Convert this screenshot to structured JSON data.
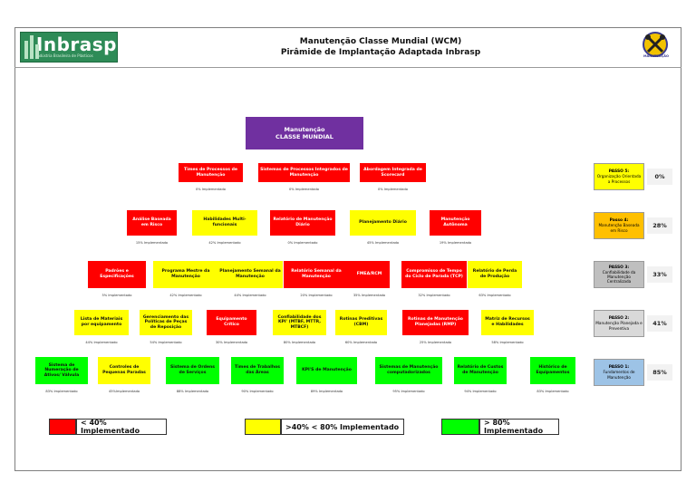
{
  "header": {
    "logo_name": "Inbrasp",
    "logo_tagline": "Indústria Brasileira de Plásticos",
    "title_line1": "Manutenção Classe Mundial (WCM)",
    "title_line2": "Pirâmide de Implantação Adaptada Inbrasp",
    "badge_text": "MANUTENÇÃO"
  },
  "colors": {
    "red": "#ff0000",
    "yellow": "#ffff00",
    "green": "#00ff00",
    "purple": "#7030a0"
  },
  "apex": {
    "line1": "Manutenção",
    "line2": "CLASSE MUNDIAL"
  },
  "levels": [
    {
      "items": [
        {
          "label": "Times de Processos de Manutenção",
          "pct": "0% Implementado",
          "color": "red"
        },
        {
          "label": "Sistemas de Processos Integrados de Manutenção",
          "pct": "0% Implementado",
          "color": "red"
        },
        {
          "label": "Abordagem Integrada de Scorecard",
          "pct": "0% Implementado",
          "color": "red"
        }
      ]
    },
    {
      "items": [
        {
          "label": "Análise Baseada em Risco",
          "pct": "15% Implementado",
          "color": "red"
        },
        {
          "label": "Habilidades Multi-funcionais",
          "pct": "42% Implementado",
          "color": "yellow"
        },
        {
          "label": "Relatório de Manutenção Diário",
          "pct": "0% Implementado",
          "color": "red"
        },
        {
          "label": "Planejamento Diário",
          "pct": "45% Implementado",
          "color": "yellow"
        },
        {
          "label": "Manutenção Autônoma",
          "pct": "19% Implementado",
          "color": "red"
        }
      ]
    },
    {
      "items": [
        {
          "label": "Padrões e Especificações",
          "pct": "5% Implementado",
          "color": "red"
        },
        {
          "label": "Programa Mestre da Manutenção",
          "pct": "42% Implementado",
          "color": "yellow"
        },
        {
          "label": "Planejamento Semanal da Manutenção",
          "pct": "44% Implementado",
          "color": "yellow"
        },
        {
          "label": "Relatório Semanal da Manutenção",
          "pct": "20% Implementado",
          "color": "red"
        },
        {
          "label": "FMEA/RCM",
          "pct": "35% Implementado",
          "color": "red"
        },
        {
          "label": "Compromisso de Tempo do Ciclo de Parada (TCP)",
          "pct": "32% Implementado",
          "color": "red"
        },
        {
          "label": "Relatório de Perda de Produção",
          "pct": "63% Implementado",
          "color": "yellow"
        }
      ]
    },
    {
      "items": [
        {
          "label": "Lista de Materiais por equipamento",
          "pct": "44% Implementado",
          "color": "yellow"
        },
        {
          "label": "Gerenciamento das Políticas de Peças de Reposição",
          "pct": "54% Implementado",
          "color": "yellow"
        },
        {
          "label": "Equipamento Crítico",
          "pct": "30% Implementado",
          "color": "red"
        },
        {
          "label": "Confiabilidade dos KPI' (MTBF, MTTR, MTBCF)",
          "pct": "80% Implementado",
          "color": "yellow"
        },
        {
          "label": "Rotinas Preditivas (CBM)",
          "pct": "60% Implementado",
          "color": "yellow"
        },
        {
          "label": "Rotinas de Manutenção Planejadas (RMP)",
          "pct": "25% Implementado",
          "color": "red"
        },
        {
          "label": "Matriz de Recursos e Habilidades",
          "pct": "58% Implementado",
          "color": "yellow"
        }
      ]
    },
    {
      "items": [
        {
          "label": "Sistema de Numeração de Ativos/ Válvula",
          "pct": "83% Implementado",
          "color": "green"
        },
        {
          "label": "Controles de Pequenas Paradas",
          "pct": "45%Implementado",
          "color": "yellow"
        },
        {
          "label": "Sistema de Ordens de Serviços",
          "pct": "88% Implementado",
          "color": "green"
        },
        {
          "label": "Times de Trabalhos das Áreas",
          "pct": "90% Implementado",
          "color": "green"
        },
        {
          "label": "KPI'S de Manutenção",
          "pct": "89% Implementado",
          "color": "green"
        },
        {
          "label": "Sistemas de Manutenção computadorizados",
          "pct": "95% Implementado",
          "color": "green"
        },
        {
          "label": "Relatório de Custos de Manutenção",
          "pct": "94% Implementado",
          "color": "green"
        },
        {
          "label": "Histórico de Equipamentos",
          "pct": "83% Implementado",
          "color": "green"
        }
      ]
    }
  ],
  "steps": [
    {
      "title": "PASSO 5:",
      "desc": "Organização Orientada a Processos",
      "value": "0%",
      "color": "#ffff00"
    },
    {
      "title": "Passo 4:",
      "desc": "Manutenção Baseada em Risco",
      "value": "28%",
      "color": "#ffc000"
    },
    {
      "title": "PASSO 3:",
      "desc": "Confiabilidade da Manutenção Centralizada",
      "value": "33%",
      "color": "#bfbfbf"
    },
    {
      "title": "PASSO 2:",
      "desc": "Manutenção Planejada e Preventiva",
      "value": "41%",
      "color": "#d9d9d9"
    },
    {
      "title": "PASSO 1:",
      "desc": "Fundamentos de Manutenção",
      "value": "85%",
      "color": "#9dc3e6"
    }
  ],
  "legend": [
    {
      "label": "< 40% Implementado",
      "color": "#ff0000"
    },
    {
      "label": ">40% < 80% Implementado",
      "color": "#ffff00"
    },
    {
      "label": "> 80% Implementado",
      "color": "#00ff00"
    }
  ]
}
